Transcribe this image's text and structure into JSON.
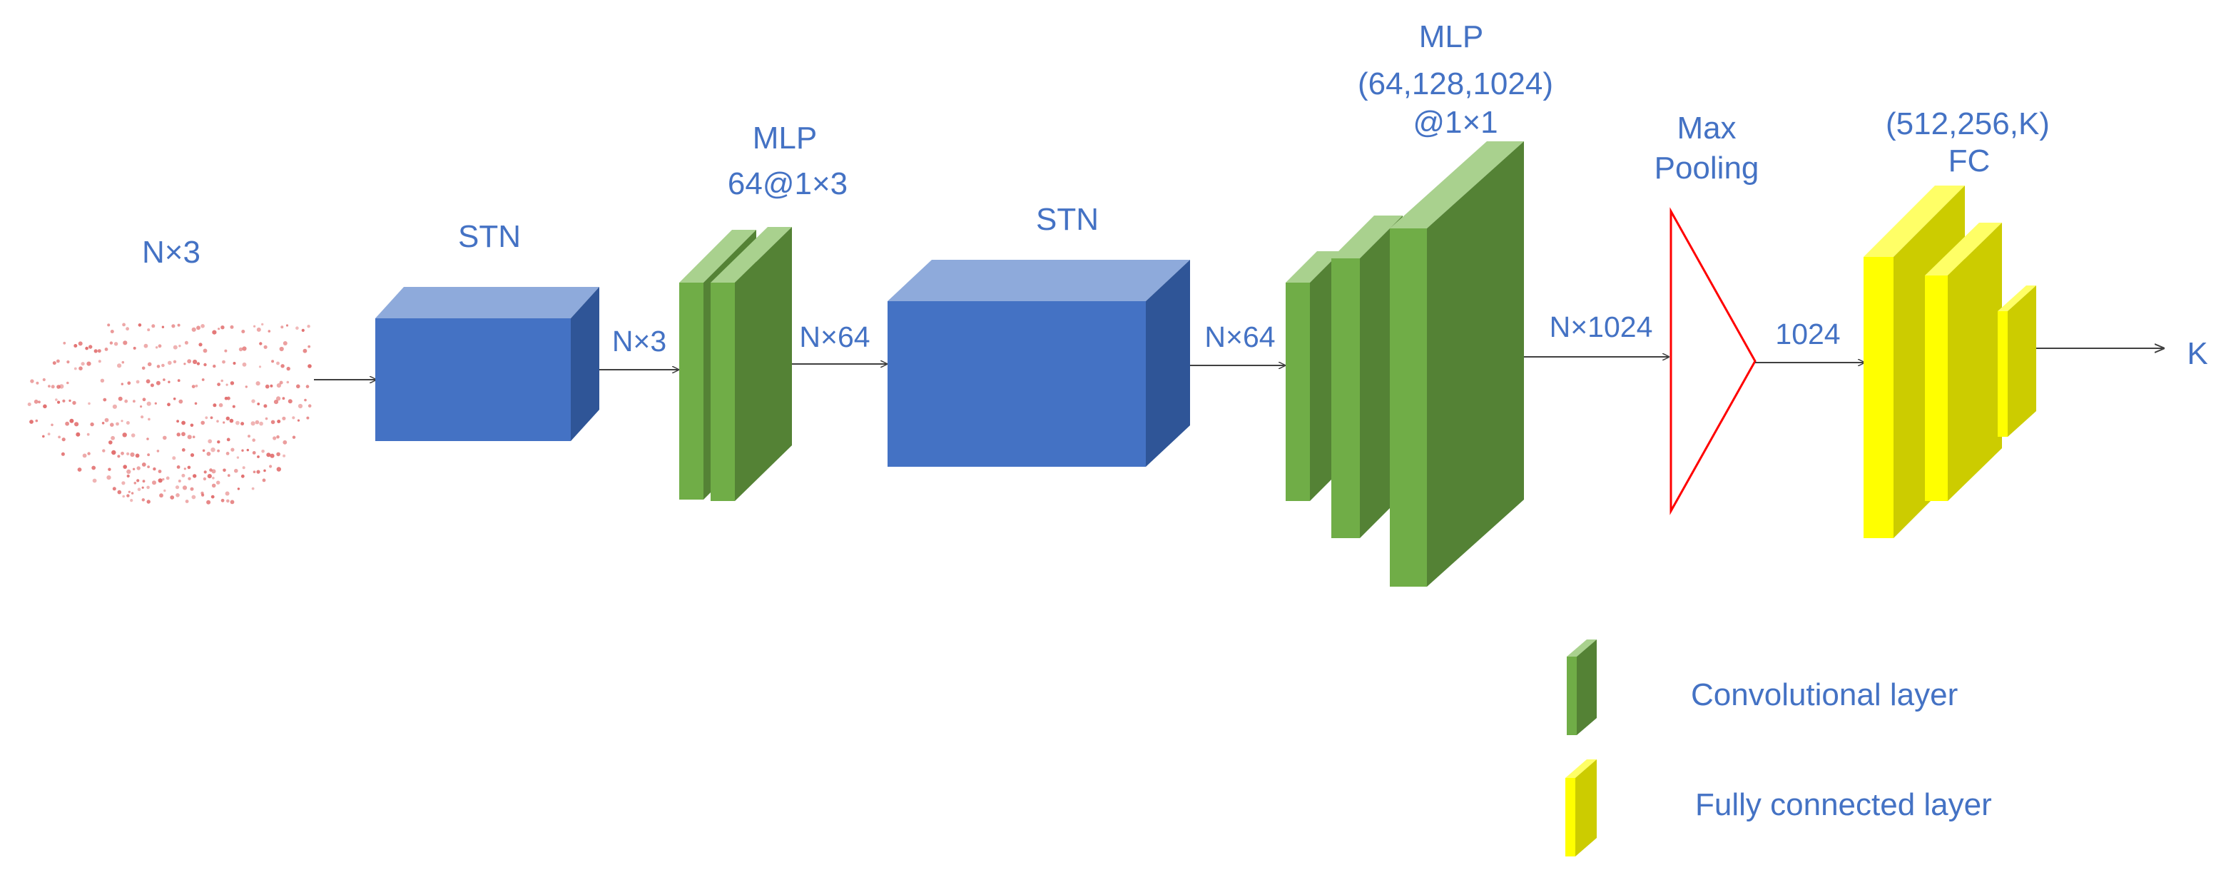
{
  "colors": {
    "label": "#4472c4",
    "stn_front": "#4472c4",
    "stn_top": "#8eaadb",
    "stn_side": "#2f5597",
    "conv_front": "#70ad47",
    "conv_top": "#a9d18e",
    "conv_side": "#548235",
    "fc_front": "#ffff00",
    "fc_top": "#ffff66",
    "fc_side": "#cccc00",
    "pool": "#ff0000",
    "points": "#e06666"
  },
  "labels": {
    "input": "N×3",
    "stn1": "STN",
    "edge_stn1_out": "N×3",
    "mlp1_title": "MLP",
    "mlp1_spec": "64@1×3",
    "edge_mlp1_out": "N×64",
    "stn2": "STN",
    "edge_stn2_out": "N×64",
    "mlp2_title": "MLP",
    "mlp2_spec": "(64,128,1024)",
    "mlp2_kernel": "@1×1",
    "edge_mlp2_out": "N×1024",
    "pool_line1": "Max",
    "pool_line2": "Pooling",
    "edge_pool_out": "1024",
    "fc_spec": "(512,256,K)",
    "fc_title": "FC",
    "output": "K"
  },
  "legend": [
    {
      "label": "Convolutional layer"
    },
    {
      "label": "Fully connected layer"
    }
  ]
}
